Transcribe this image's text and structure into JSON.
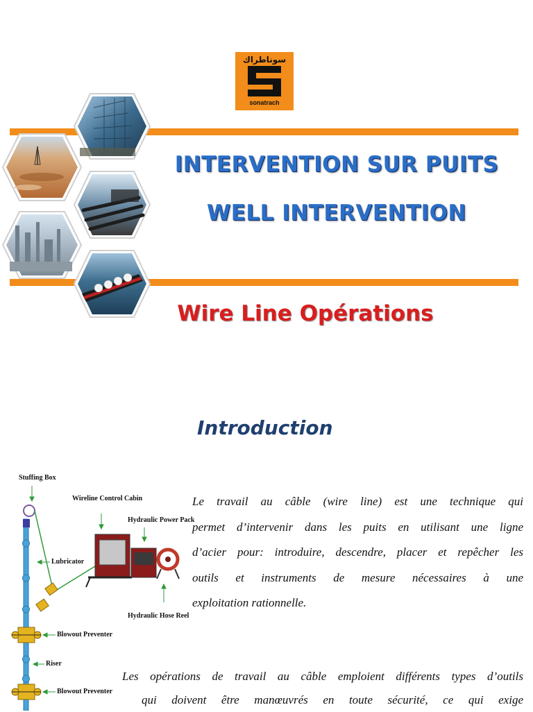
{
  "logo": {
    "arabic": "سوناطراك",
    "word": "sonatrach"
  },
  "title": {
    "line1": "INTERVENTION SUR PUITS",
    "line2": "WELL INTERVENTION",
    "subtitle": "Wire Line Opérations"
  },
  "section": {
    "heading": "Introduction"
  },
  "diagram": {
    "labels": {
      "stuffing_box": "Stuffing Box",
      "wireline_cabin": "Wireline Control Cabin",
      "power_pack": "Hydraulic Power Pack",
      "lubricator": "Lubricator",
      "hose_reel": "Hydraulic Hose Reel",
      "bop1": "Blowout Preventer",
      "riser": "Riser",
      "bop2": "Blowout Preventer"
    }
  },
  "paragraph1": {
    "lines": [
      "Le travail au câble (wire line) est une technique qui",
      "permet d’intervenir dans les puits en utilisant une ligne",
      "d’acier pour: introduire, descendre, placer et repêcher les",
      "outils et instruments de mesure nécessaires à une",
      "exploitation rationnelle."
    ]
  },
  "paragraph2": {
    "line1": "Les opérations de travail au câble emploient différents types d’outils",
    "line2": "qui doivent être manœuvrés en toute sécurité, ce qui exige"
  },
  "colors": {
    "accent": "#f28c1a",
    "title_blue": "#2a6ec7",
    "subtitle_red": "#d91e1e",
    "heading_blue": "#1f3f6e"
  }
}
